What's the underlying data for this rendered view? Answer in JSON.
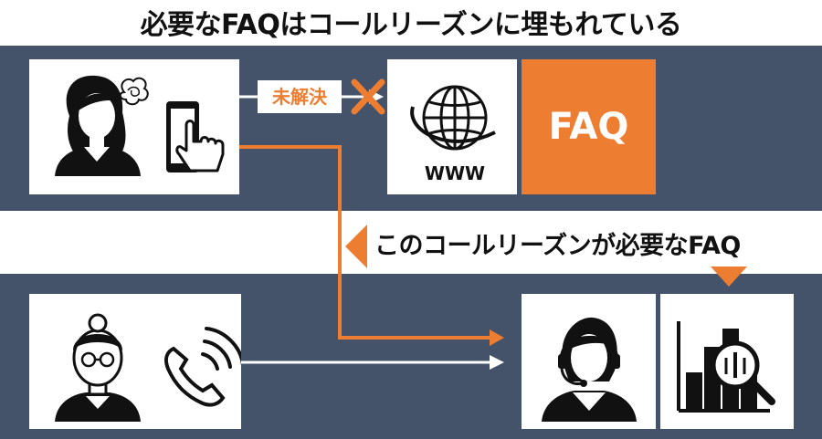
{
  "title": "必要なFAQはコールリーズンに埋もれている",
  "unresolved_label": "未解決",
  "www_label": "WWW",
  "faq_box_label": "FAQ",
  "callout_text": "このコールリーズンが必要なFAQ",
  "colors": {
    "band": "#44536a",
    "accent": "#ed7d31",
    "panel": "#ffffff",
    "ink": "#111111"
  },
  "icons": [
    "confused-woman-icon",
    "smartphone-tap-icon",
    "globe-icon",
    "cross-icon",
    "elderly-woman-icon",
    "phone-call-icon",
    "call-center-operator-icon",
    "analytics-magnifier-icon"
  ]
}
